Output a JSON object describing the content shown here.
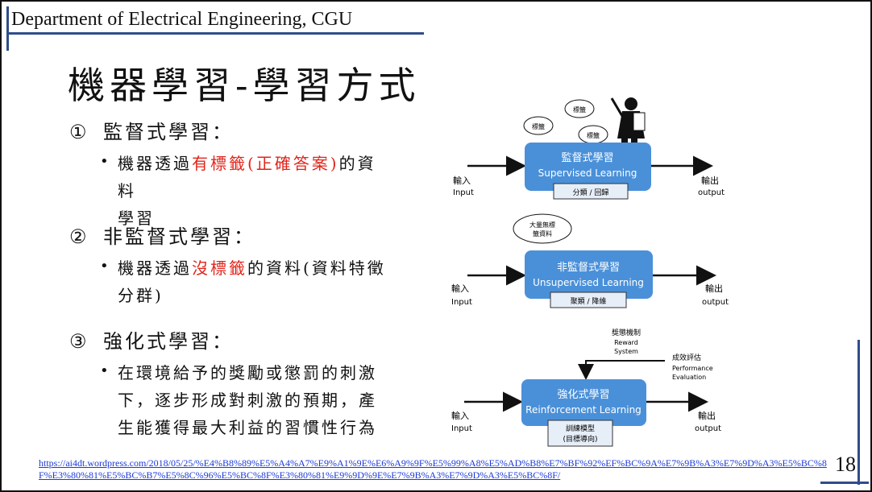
{
  "header": {
    "department": "Department of Electrical Engineering, CGU"
  },
  "title": "機器學習-學習方式",
  "sections": [
    {
      "num": "①",
      "heading": "監督式學習：",
      "bullet_lines": [
        {
          "parts": [
            "機器透過",
            "有標籤(正確答案)",
            "的資料"
          ]
        },
        {
          "parts": [
            "學習"
          ]
        }
      ]
    },
    {
      "num": "②",
      "heading": "非監督式學習：",
      "bullet_lines": [
        {
          "parts": [
            "機器透過",
            "沒標籤",
            "的資料(資料特徵"
          ]
        },
        {
          "parts": [
            "分群)"
          ]
        }
      ]
    },
    {
      "num": "③",
      "heading": "強化式學習：",
      "bullet_lines": [
        {
          "parts": [
            "在環境給予的獎勵或懲罰的刺激"
          ]
        },
        {
          "parts": [
            "下，逐步形成對刺激的預期，產"
          ]
        },
        {
          "parts": [
            "生能獲得最大利益的習慣性行為"
          ]
        }
      ]
    }
  ],
  "bullet_symbol": "•",
  "diagram": {
    "supervised": {
      "title_zh": "監督式學習",
      "title_en": "Supervised Learning",
      "output_box": "分類 / 回歸",
      "input_zh": "輸入",
      "input_en": "Input",
      "output_zh": "輸出",
      "output_en": "output",
      "bubbles": [
        "標籤",
        "標籤",
        "標籤"
      ]
    },
    "unsupervised": {
      "title_zh": "非監督式學習",
      "title_en": "Unsupervised Learning",
      "output_box": "聚類 / 降維",
      "input_zh": "輸入",
      "input_en": "Input",
      "output_zh": "輸出",
      "output_en": "output",
      "bubble_line1": "大量無標",
      "bubble_line2": "籤資料"
    },
    "reinforcement": {
      "title_zh": "強化式學習",
      "title_en": "Reinforcement Learning",
      "output_box_line1": "訓練模型",
      "output_box_line2": "(目標導向)",
      "input_zh": "輸入",
      "input_en": "Input",
      "output_zh": "輸出",
      "output_en": "output",
      "reward_zh": "獎懲機制",
      "reward_en1": "Reward",
      "reward_en2": "System",
      "perf_zh": "成效評估",
      "perf_en1": "Performance",
      "perf_en2": "Evaluation"
    }
  },
  "footer": {
    "url": "https://ai4dt.wordpress.com/2018/05/25/%E4%B8%89%E5%A4%A7%E9%A1%9E%E6%A9%9F%E5%99%A8%E5%AD%B8%E7%BF%92%EF%BC%9A%E7%9B%A3%E7%9D%A3%E5%BC%8F%E3%80%81%E5%BC%B7%E5%8C%96%E5%BC%8F%E3%80%81%E9%9D%9E%E7%9B%A3%E7%9D%A3%E5%BC%8F/",
    "page_number": "18"
  },
  "colors": {
    "box_blue": "#4a90d9",
    "accent_red": "#e0251b",
    "rule_blue": "#2f4d8a"
  }
}
